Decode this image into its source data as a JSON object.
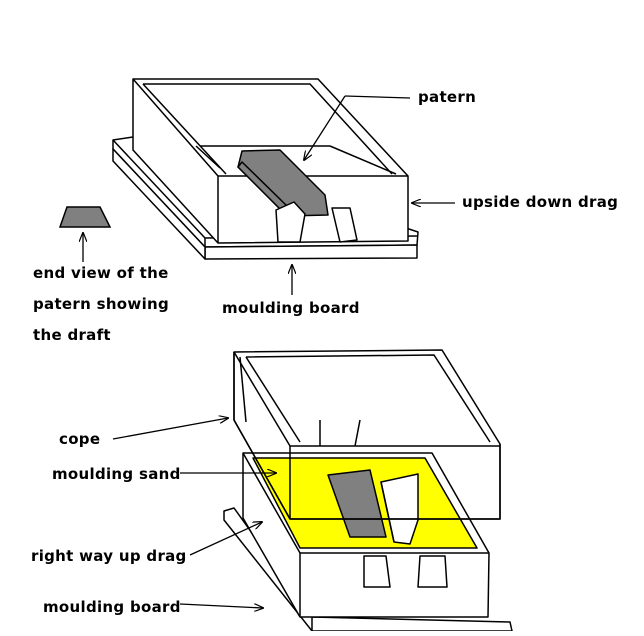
{
  "colors": {
    "background": "#ffffff",
    "line": "#000000",
    "pattern_fill": "#808080",
    "sand_fill": "#ffff00",
    "box_fill": "#ffffff"
  },
  "labels": {
    "patern_top": "patern",
    "upside_down_drag": "upside down drag",
    "end_view_line1": "end view of the",
    "end_view_line2": "patern showing",
    "end_view_line3": "the draft",
    "moulding_board_top": "moulding board",
    "cope": "cope",
    "moulding_sand": "moulding sand",
    "right_way_up_drag": "right way up drag",
    "moulding_board_bottom": "moulding board"
  }
}
